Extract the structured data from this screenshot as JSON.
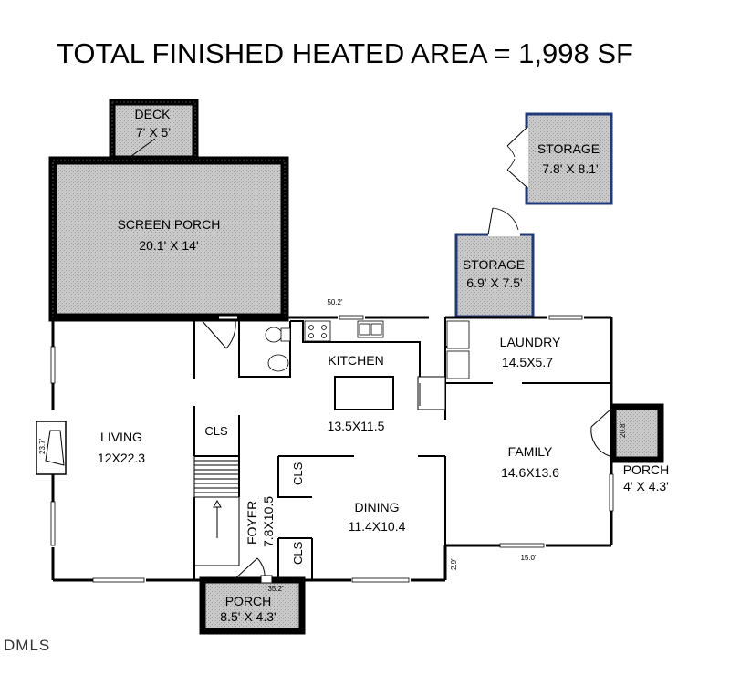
{
  "title": "TOTAL FINISHED HEATED AREA = 1,998 SF",
  "rooms": {
    "deck": {
      "name": "DECK",
      "size": "7' X 5'"
    },
    "screen_porch": {
      "name": "SCREEN PORCH",
      "size": "20.1' X 14'"
    },
    "storage_upper": {
      "name": "STORAGE",
      "size": "7.8' X 8.1'"
    },
    "storage_lower": {
      "name": "STORAGE",
      "size": "6.9' X 7.5'"
    },
    "kitchen": {
      "name": "KITCHEN",
      "size": "13.5X11.5"
    },
    "laundry": {
      "name": "LAUNDRY",
      "size": "14.5X5.7"
    },
    "living": {
      "name": "LIVING",
      "size": "12X22.3"
    },
    "family": {
      "name": "FAMILY",
      "size": "14.6X13.6"
    },
    "dining": {
      "name": "DINING",
      "size": "11.4X10.4"
    },
    "foyer": {
      "name": "FOYER",
      "size": "7.8X10.5"
    },
    "porch_front": {
      "name": "PORCH",
      "size": "8.5' X 4.3'"
    },
    "porch_side": {
      "name": "PORCH",
      "size": "4' X 4.3'"
    },
    "closet_label": "CLS"
  },
  "dimensions": {
    "overall_width": "50.2'",
    "overall_depth": "23.7'",
    "family_bottom": "15.0'",
    "front": "35.2'",
    "jog": "2.9'",
    "side_porch": "20.8'"
  },
  "watermark": "DMLS",
  "colors": {
    "wall": "#000000",
    "hatch_fill": "#c4c4c4",
    "storage_border": "#1f3a7a"
  }
}
